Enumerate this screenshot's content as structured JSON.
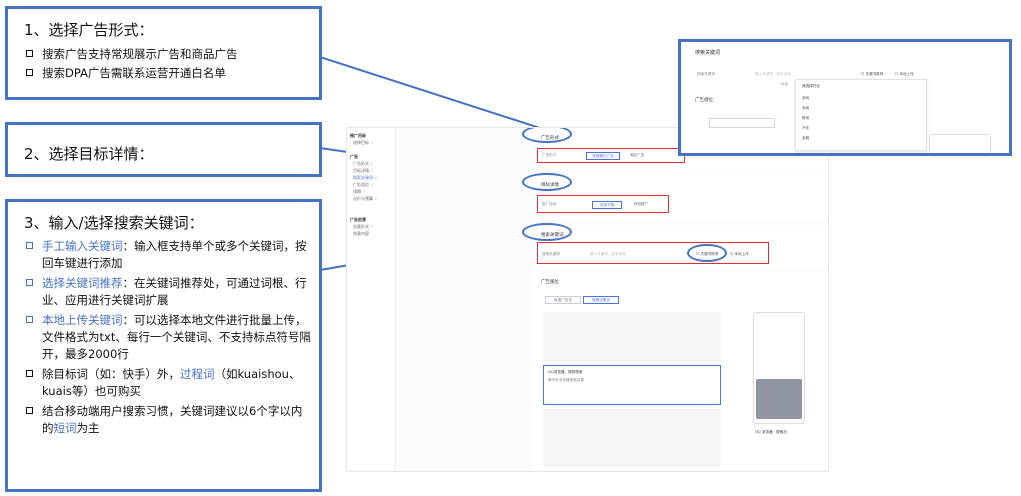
{
  "callouts": {
    "c1": {
      "title": "1、选择广告形式：",
      "bullets": [
        "搜索广告支持常规展示广告和商品广告",
        "搜索DPA广告需联系运营开通白名单"
      ]
    },
    "c2": {
      "title": "2、选择目标详情："
    },
    "c3": {
      "title": "3、输入/选择搜索关键词：",
      "b1_hl": "手工输入关键词",
      "b1_rest": "：输入框支持单个或多个关键词，按回车键进行添加",
      "b2_hl": "选择关键词推荐",
      "b2_rest": "：在关键词推荐处，可通过词根、行业、应用进行关键词扩展",
      "b3_hl": "本地上传关键词",
      "b3_rest": "：可以选择本地文件进行批量上传，文件格式为txt、每行一个关键词、不支持标点符号隔开，最多2000行",
      "b4_a": "除目标词（如：快手）外，",
      "b4_hl": "过程词",
      "b4_b": "（如kuaishou、kuais等）也可购买",
      "b5_a": "结合移动端用户搜索习惯，关键词建议以6个字以内的",
      "b5_hl": "短词",
      "b5_b": "为主"
    }
  },
  "screenshot": {
    "sidebar": {
      "group1": "推广目标",
      "item1": "选择目标",
      "group2": "广告",
      "items": [
        "广告形式",
        "目标详情",
        "搜索关键词",
        "广告组位",
        "排期",
        "出价与预算"
      ],
      "group3": "广告创意",
      "items3": [
        "创意形式",
        "创意内容"
      ]
    },
    "section1": {
      "title": "广告形式",
      "label": "广告形式",
      "opt1": "常规展示广告",
      "opt2": "商品广告"
    },
    "section2": {
      "title": "目标详情",
      "label": "推广目标",
      "opt1": "应用下载",
      "opt2": "网页推广"
    },
    "section3": {
      "title": "搜索关键词",
      "label": "搜索关键词",
      "placeholder": "输入关键词，回车添加",
      "opt1": "关键词推荐",
      "opt2": "本地上传"
    },
    "section4": {
      "title": "广告版位",
      "tab1": "优选广告位",
      "tab2": "搜索结果页",
      "highlight_title": "QQ浏览器、搜狗搜索",
      "highlight_sub": "腾讯系浏览器搜索结果"
    },
    "phone_caption": "QQ 浏览器 · 搜索页"
  },
  "popup": {
    "title": "搜索关键词",
    "label": "搜索关键词",
    "placeholder": "输入关键词，回车添加",
    "opt1": "关键词推荐",
    "opt2": "本地上传",
    "industry": "行业",
    "section2": "广告组位",
    "dd_head": "请选择行业",
    "dd_items": [
      "游戏",
      "电商",
      "教育",
      "汽车",
      "金融"
    ]
  }
}
